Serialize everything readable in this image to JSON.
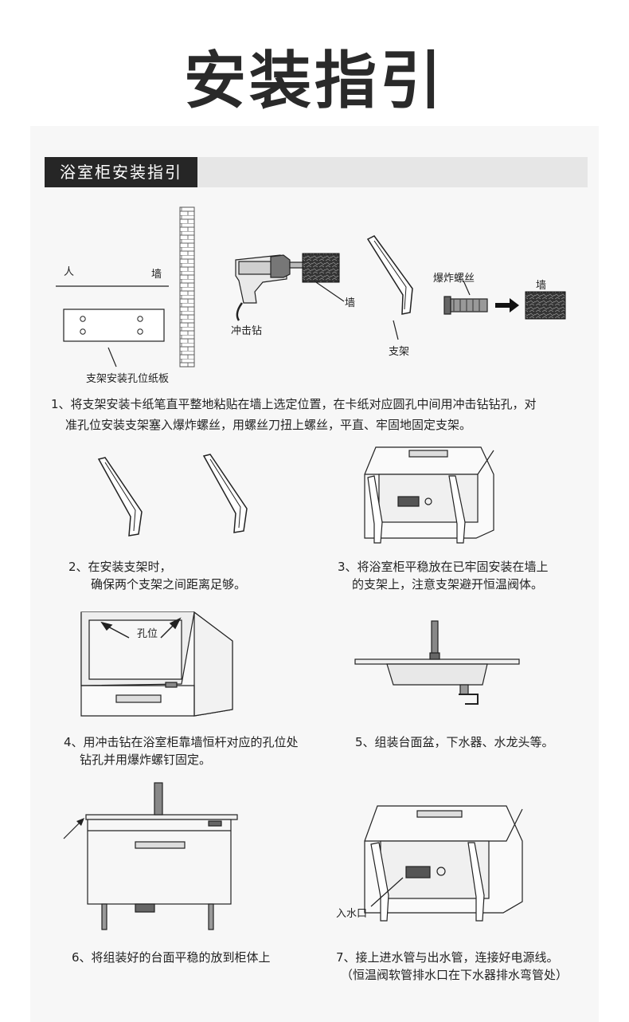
{
  "page_title": "安装指引",
  "section_title": "浴室柜安装指引",
  "figure1": {
    "person_label": "人",
    "wall_label": "墙",
    "template_label": "支架安装孔位纸板",
    "drill_label": "冲击钻",
    "drill_wall_label": "墙",
    "bracket_label": "支架",
    "bolt_label": "爆炸螺丝",
    "bolt_wall_label": "墙"
  },
  "steps": {
    "s1_line1": "1、将支架安装卡纸笔直平整地粘贴在墙上选定位置，在卡纸对应圆孔中间用冲击钻钻孔，对",
    "s1_line2": "准孔位安装支架塞入爆炸螺丝，用螺丝刀扭上螺丝，平直、牢固地固定支架。",
    "s2_line1": "2、在安装支架时，",
    "s2_line2": "确保两个支架之间距离足够。",
    "s3_line1": "3、将浴室柜平稳放在已牢固安装在墙上",
    "s3_line2": "的支架上，注意支架避开恒温阀体。",
    "s4_line1": "4、用冲击钻在浴室柜靠墙恒杆对应的孔位处",
    "s4_line2": "钻孔并用爆炸螺钉固定。",
    "s5_line1": "5、组装台面盆，下水器、水龙头等。",
    "s6_line1": "6、将组装好的台面平稳的放到柜体上",
    "s7_line1": "7、接上进水管与出水管，连接好电源线。",
    "s7_line2": "（恒温阀软管排水口在下水器排水弯管处）"
  },
  "figure4": {
    "hole_label": "孔位"
  },
  "figure7": {
    "inlet_label": "入水口"
  },
  "colors": {
    "title": "#2a2a2a",
    "tag_bg": "#262626",
    "bar_bg": "#e6e6e6",
    "panel_bg": "#f7f7f7"
  }
}
